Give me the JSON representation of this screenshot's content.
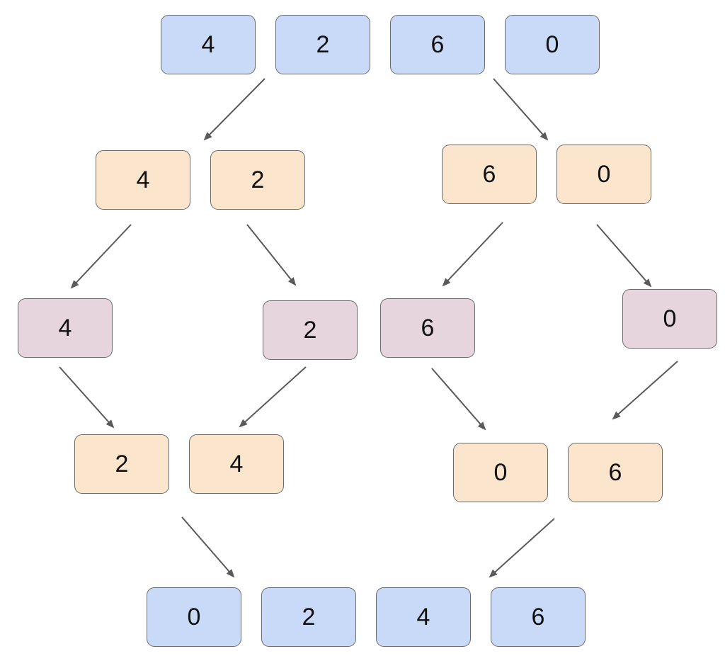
{
  "colors": {
    "blue": "#c9daf8",
    "orange": "#fbe5cd",
    "purple": "#e6d5dd",
    "border": "#6b6b6b",
    "arrow": "#5a5a5a"
  },
  "levels": {
    "input": [
      "4",
      "2",
      "6",
      "0"
    ],
    "split_left": [
      "4",
      "2"
    ],
    "split_right": [
      "6",
      "0"
    ],
    "singles": [
      "4",
      "2",
      "6",
      "0"
    ],
    "merged_left": [
      "2",
      "4"
    ],
    "merged_right": [
      "0",
      "6"
    ],
    "output": [
      "0",
      "2",
      "4",
      "6"
    ]
  }
}
